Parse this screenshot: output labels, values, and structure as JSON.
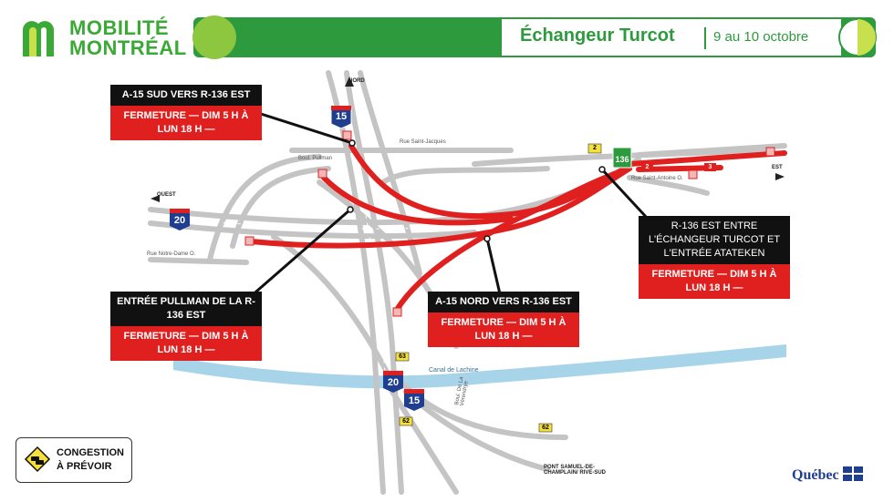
{
  "brand": {
    "line1": "MOBILITÉ",
    "line2": "MONTRÉAL"
  },
  "header": {
    "title": "Échangeur Turcot",
    "date": "9 au 10 octobre"
  },
  "callouts": [
    {
      "id": "a15-sud",
      "top": "A-15 SUD VERS R-136 EST",
      "bottom": "FERMETURE — DIM 5 H À LUN 18 H —"
    },
    {
      "id": "pullman",
      "top": "ENTRÉE PULLMAN DE LA R-136 EST",
      "bottom": "FERMETURE — DIM 5 H À LUN 18 H —"
    },
    {
      "id": "a15-nord",
      "top": "A-15 NORD VERS R-136 EST",
      "bottom": "FERMETURE — DIM 5 H À LUN 18 H —"
    },
    {
      "id": "r136",
      "top": "R-136 EST ENTRE L'ÉCHANGEUR TURCOT ET L'ENTRÉE ATATEKEN",
      "bottom": "FERMETURE — DIM 5 H À LUN 18 H —"
    }
  ],
  "map_labels": {
    "nord": "NORD",
    "ouest": "OUEST",
    "est": "EST",
    "rue_saint_jacques": "Rue Saint-Jacques",
    "boul_pullman": "Boul. Pullman",
    "rue_notre_dame": "Rue Notre-Dame O.",
    "rue_saint_antoine": "Rue Saint-Antoine O.",
    "canal": "Canal de Lachine",
    "boul_lavendrye": "Boul. De La Vérendrye",
    "pont": "PONT SAMUEL-DE-CHAMPLAIN/ RIVE-SUD"
  },
  "shields": {
    "a15": "15",
    "a20": "20",
    "r136": "136",
    "r2": "2",
    "r3": "3",
    "r63": "63",
    "r62": "62"
  },
  "legend": {
    "text": "CONGESTION À PRÉVOIR"
  },
  "footer": {
    "quebec": "Québec"
  },
  "colors": {
    "green": "#2e9a3e",
    "red": "#e0201f",
    "road": "#c8c8c8",
    "canal": "#a8d4ea"
  }
}
